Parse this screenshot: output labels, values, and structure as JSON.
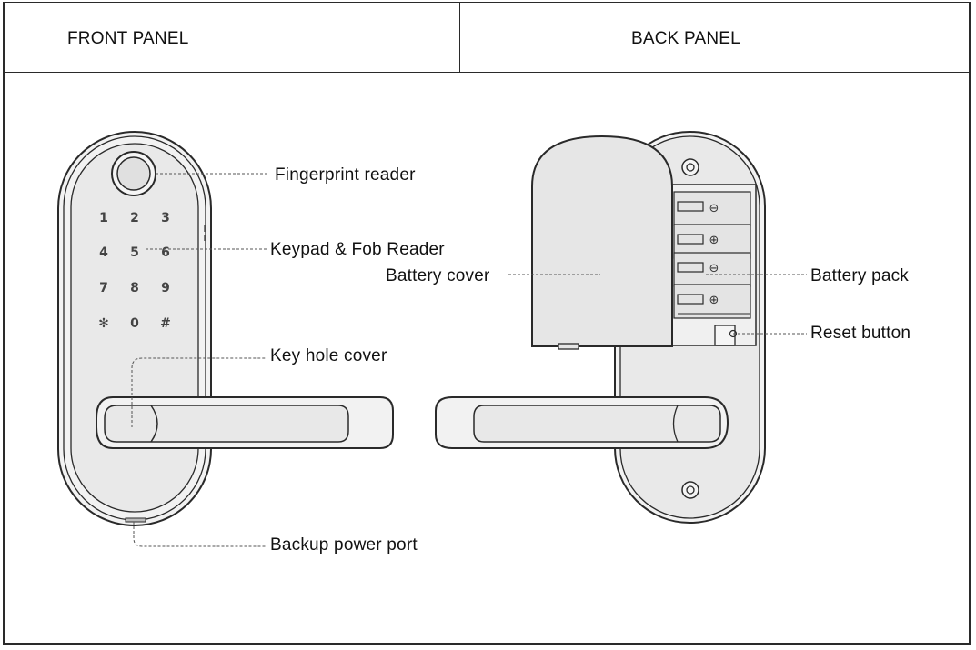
{
  "header": {
    "front_title": "FRONT PANEL",
    "back_title": "BACK PANEL"
  },
  "front_labels": {
    "fingerprint_reader": "Fingerprint reader",
    "keypad_fob_reader": "Keypad & Fob Reader",
    "key_hole_cover": "Key hole cover",
    "backup_power_port": "Backup power port"
  },
  "back_labels": {
    "battery_cover": "Battery cover",
    "battery_pack": "Battery pack",
    "reset_button": "Reset button"
  },
  "keypad": {
    "keys": [
      "1",
      "2",
      "3",
      "4",
      "5",
      "6",
      "7",
      "8",
      "9",
      "✻",
      "0",
      "#"
    ]
  },
  "battery_terminals": [
    "⊖",
    "⊕",
    "⊖",
    "⊕"
  ],
  "colors": {
    "line": "#2a2a2a",
    "panel_fill": "#e9e9e9",
    "cover_fill": "#e6e6e6",
    "leader": "#555555"
  }
}
